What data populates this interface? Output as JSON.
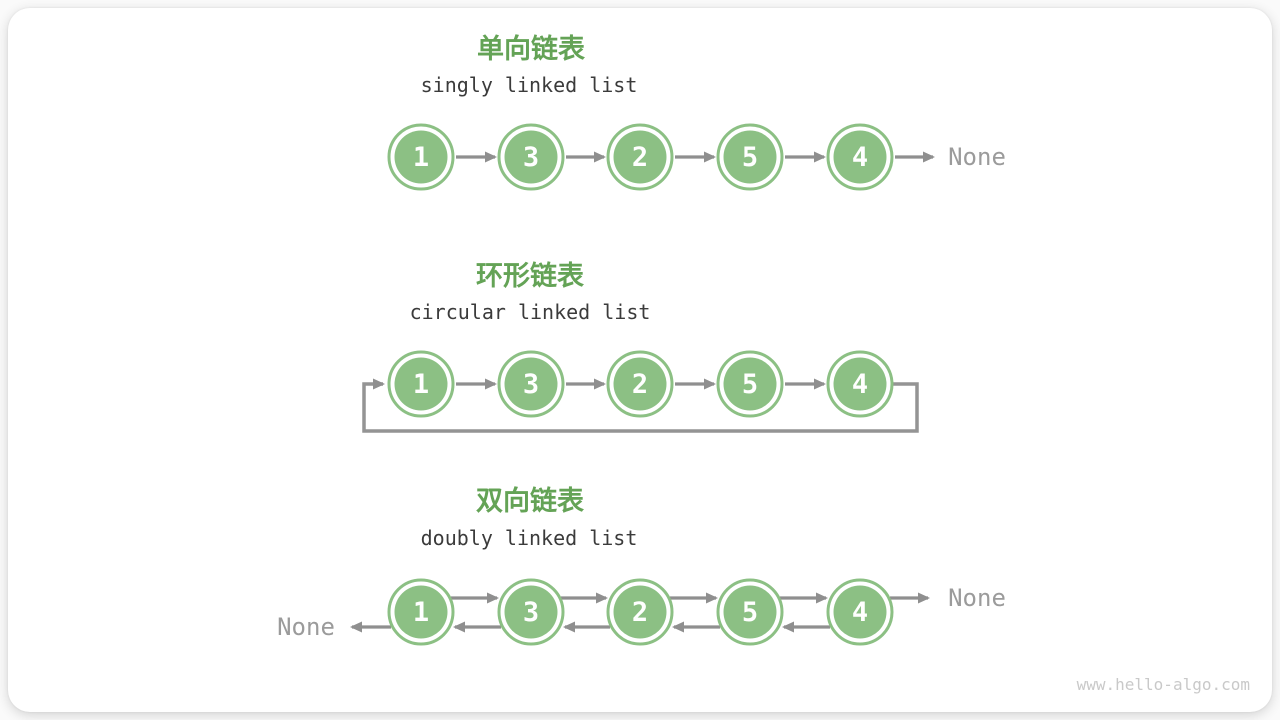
{
  "page": {
    "watermark": "www.hello-algo.com"
  },
  "colors": {
    "node_green": "#8CC084",
    "title_green": "#64A356",
    "arrow_gray": "#8F8F8F",
    "none_gray": "#9B9B9B",
    "subtitle_dark": "#3B3B3B",
    "watermark_gray": "#C9C9C9",
    "card_bg": "#FFFFFF"
  },
  "sections": [
    {
      "title_zh": "单向链表",
      "title_en": "singly linked list",
      "nodes": [
        "1",
        "3",
        "2",
        "5",
        "4"
      ],
      "tail_label": "None"
    },
    {
      "title_zh": "环形链表",
      "title_en": "circular linked list",
      "nodes": [
        "1",
        "3",
        "2",
        "5",
        "4"
      ]
    },
    {
      "title_zh": "双向链表",
      "title_en": "doubly linked list",
      "nodes": [
        "1",
        "3",
        "2",
        "5",
        "4"
      ],
      "head_label": "None",
      "tail_label": "None"
    }
  ]
}
